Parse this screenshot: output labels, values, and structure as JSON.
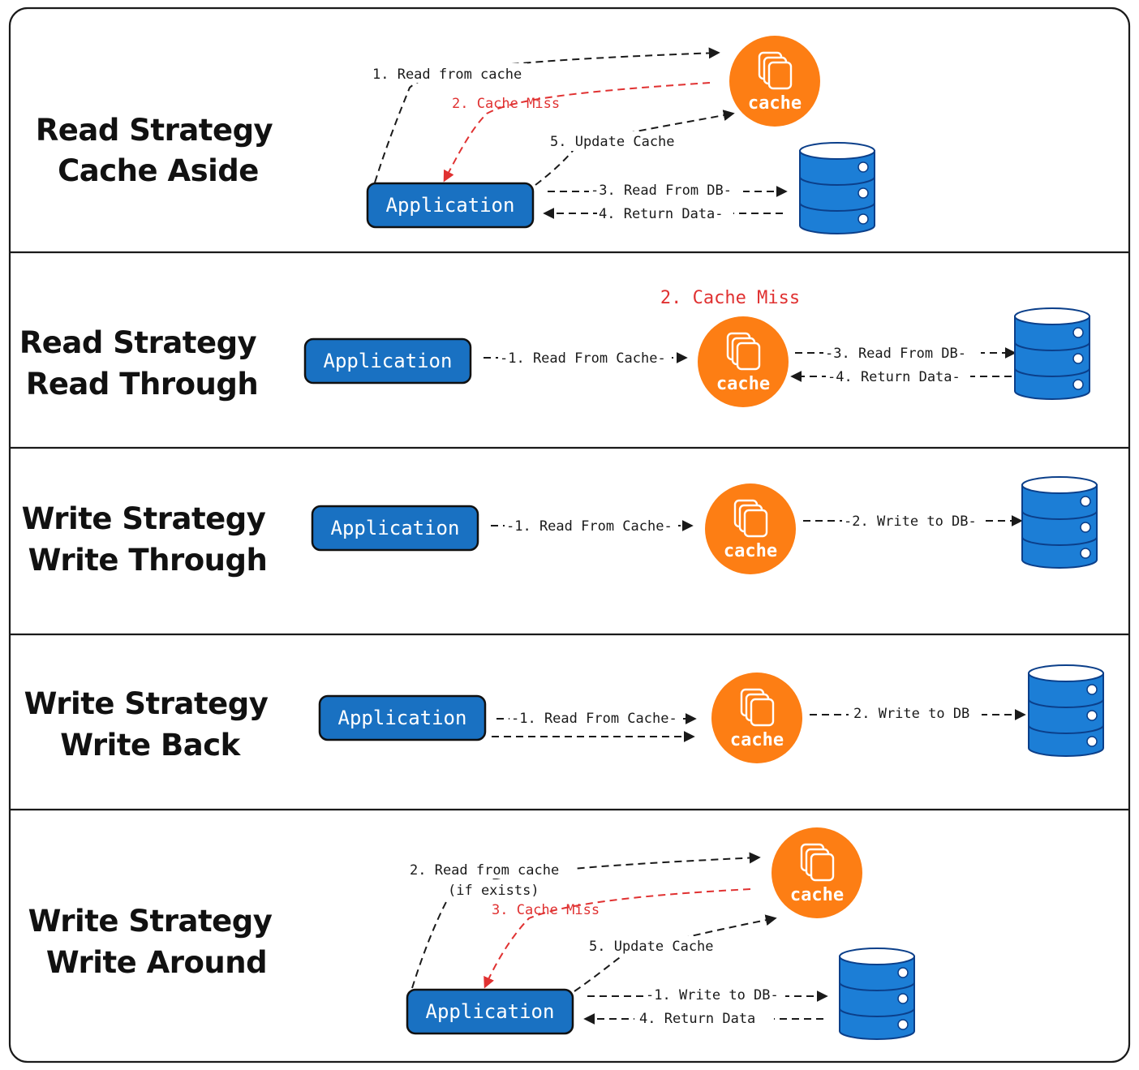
{
  "panels": [
    {
      "title_line1": "Read Strategy",
      "title_line2": "Cache Aside",
      "application": "Application",
      "cache": "cache",
      "labels": {
        "read_from_cache": "1. Read from cache",
        "cache_miss": "2. Cache Miss",
        "read_from_db": "-3. Read From DB-",
        "return_data": "4. Return Data-",
        "update_cache": "5. Update Cache"
      }
    },
    {
      "title_line1": "Read Strategy",
      "title_line2": "Read Through",
      "application": "Application",
      "cache": "cache",
      "labels": {
        "cache_miss": "2. Cache Miss",
        "read_from_cache": "-1. Read From Cache-",
        "read_from_db": "-3. Read From DB-",
        "return_data": "-4. Return Data-"
      }
    },
    {
      "title_line1": "Write Strategy",
      "title_line2": "Write Through",
      "application": "Application",
      "cache": "cache",
      "labels": {
        "read_from_cache": "-1. Read From Cache-",
        "write_to_db": "-2. Write to DB-"
      }
    },
    {
      "title_line1": "Write Strategy",
      "title_line2": "Write Back",
      "application": "Application",
      "cache": "cache",
      "labels": {
        "read_from_cache": "-1. Read From Cache-",
        "write_to_db": "2. Write to DB"
      }
    },
    {
      "title_line1": "Write Strategy",
      "title_line2": "Write Around",
      "application": "Application",
      "cache": "cache",
      "labels": {
        "read_from_cache_1": "2. Read from cache",
        "read_from_cache_2": "(if exists)",
        "cache_miss": "3. Cache Miss",
        "update_cache": "5. Update Cache",
        "write_to_db": "-1. Write to DB-",
        "return_data": "4. Return Data"
      }
    }
  ],
  "colors": {
    "application": "#1971c2",
    "cache": "#fd7e14",
    "database": "#1c7ed6",
    "cache_miss": "#e03131",
    "arrows": "#1a1a1a"
  },
  "icons": {
    "cache": "stacked-documents-icon",
    "database": "database-cylinder-icon"
  }
}
